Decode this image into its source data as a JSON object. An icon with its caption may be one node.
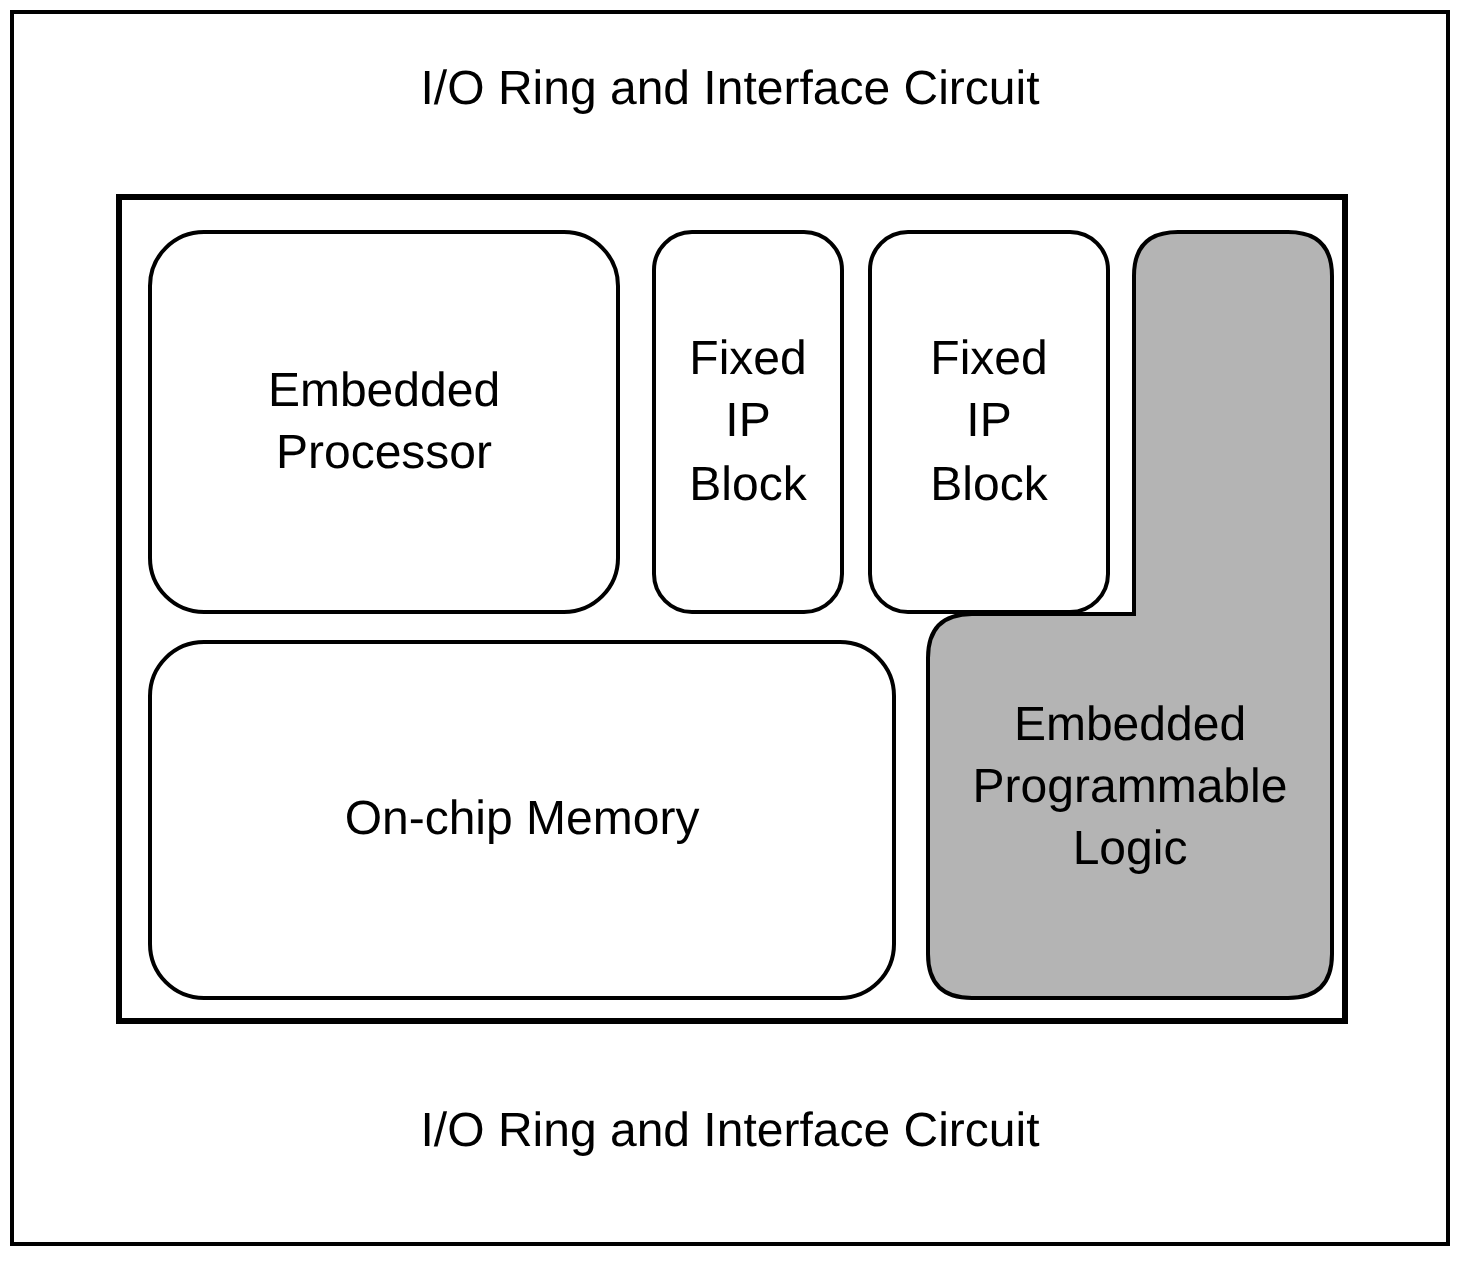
{
  "diagram": {
    "nodes": [
      {
        "text": [
          "I/O Ring and Interface Circuit",
          "I/O Ring and Interface Circuit"
        ]
      },
      {
        "text": [],
        "shape": "box",
        "in": 0
      },
      {
        "text": [
          "Embedded Processor"
        ],
        "in": 1
      },
      {
        "text": [
          "Fixed IP Block"
        ],
        "in": 1
      },
      {
        "text": [
          "Fixed IP Block"
        ],
        "in": 1
      },
      {
        "text": [
          "Embedded Programmable Logic"
        ],
        "in": 1
      },
      {
        "text": [
          "On-chip Memory"
        ],
        "in": 1
      }
    ]
  }
}
